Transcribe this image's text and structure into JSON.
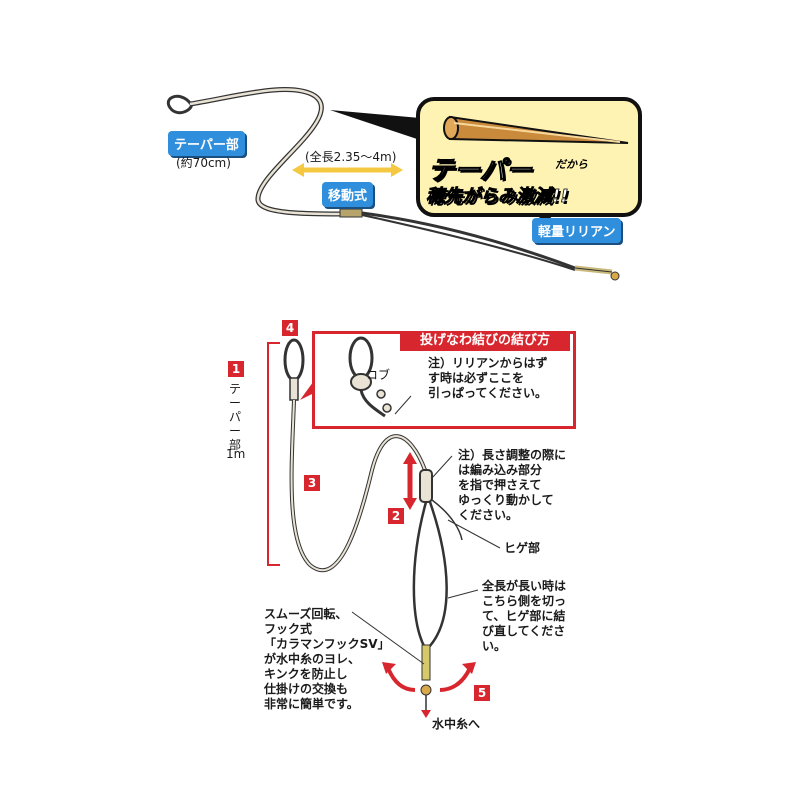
{
  "top": {
    "taper_label": "テーパー部",
    "taper_length": "(約70cm)",
    "total_length": "(全長2.35～4m)",
    "movable_label": "移動式",
    "light_lilian_label": "軽量リリアン",
    "callout": {
      "taper_text": "テーパー",
      "dakara": "だから",
      "slogan": "穂先がらみ激減!!"
    }
  },
  "bottom": {
    "method_title": "投げなわ結びの結び方",
    "kobu_label": "コブ",
    "note_lilian": "注）リリアンからはず\nす時は必ずここを\n引っぱってください。",
    "taper_part_vertical": "テーパー部",
    "taper_part_length": "1m",
    "note_adjust": "注）長さ調整の際に\nは編み込み部分\nを指で押さえて\nゆっくり動かして\nください。",
    "hige_label": "ヒゲ部",
    "note_long": "全長が長い時は\nこちら側を切っ\nて、ヒゲ部に結\nび直してくださ\nい。",
    "note_hook": "スムーズ回転、\nフック式\n「カラマンフックSV」\nが水中糸のヨレ、\nキンクを防止し\n仕掛けの交換も\n非常に簡単です。",
    "to_line": "水中糸へ",
    "numbers": [
      "1",
      "2",
      "3",
      "4",
      "5"
    ]
  },
  "colors": {
    "accent_red": "#d8262e",
    "label_blue": "#2f8fdc",
    "callout_yellow": "#fff3b3",
    "arrow_orange": "#f5a623"
  }
}
